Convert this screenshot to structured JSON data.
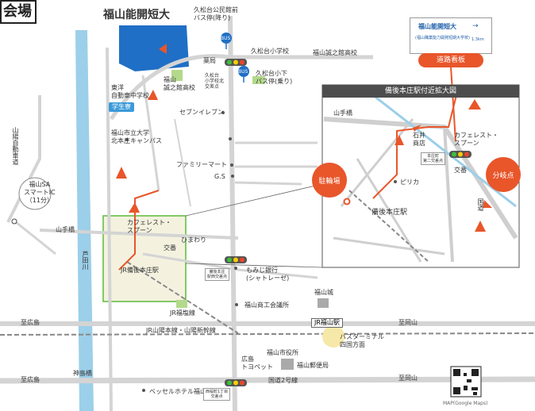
{
  "venue_tag": "会場",
  "campus_title": "福山能開短大",
  "student_hall": "学生寮",
  "signboard": {
    "line1": "福山能開短大",
    "line2": "(福山職業能力開発短期大学校)",
    "distance": "1.3km",
    "caption": "道路看板"
  },
  "inset_title": "備後本庄駅付近拡大図",
  "bubbles": {
    "parking": "駐輪場",
    "branch": "分岐点"
  },
  "bus_stop_labels": {
    "north": "BUS",
    "south": "BUS"
  },
  "labels": {
    "bus_stop_north": "久松台公民館前\nバス停(降り)",
    "pharmacy": "薬局",
    "hisamatsu_school": "久松台小学校",
    "shiyunokan": "福山誠之館高校",
    "toyo_jh": "東洋\n自動車中学校",
    "shiyunokan_near": "福山\n誠之館高校",
    "hisamatsu_crossing": "久松台\n小学校北\n交差点",
    "bus_stop_south": "久松台小下\nバス停(乗り)",
    "seven": "セブンイレブン",
    "familymart": "ファミリーマート",
    "gs": "G.S",
    "city_univ": "福山市立大学\n北本庄キャンパス",
    "sa": "福山SA\nスマートIC\n（11分）",
    "expressway": "山陽自動車道",
    "sanyo_bridge_main": "山手橋",
    "cafe_main": "カフェレスト・\nスプーン",
    "koban_main": "交番",
    "himawari": "ひまわり",
    "momiji": "もみじ銀行\n(シャトレーゼ)",
    "honjo_crossing_main": "備後本庄\n駅西交差点",
    "jr_honjo_station": "JR備後本庄駅",
    "ashida": "芦田川",
    "fukuen": "JR福塩線",
    "sanyo_line": "JR山陽本線・山陽新幹線",
    "chamber": "福山商工会議所",
    "castle": "福山城",
    "jr_fukuyama": "JR福山駅",
    "bus_terminal": "バスターミナル\n四国方面",
    "to_hiroshima_1": "至広島",
    "to_okayama_1": "至岡山",
    "to_hiroshima_2": "至広島",
    "to_okayama_2": "至岡山",
    "city_hall": "福山市役所",
    "post": "福山郵便局",
    "toyopet": "広島\nトヨペット",
    "route2": "国道2号線",
    "kamishima": "神島橋",
    "bessel": "ベッセルホテル福山",
    "nishimachi": "西桜町1丁目\n交差点",
    "inset_yamate": "山手橋",
    "inset_ishii": "石井\n商店",
    "inset_cafe": "カフェレスト・\nスプーン",
    "inset_honjo_crossing": "本庄町\n第二交差点",
    "inset_koban": "交番",
    "inset_pirika": "ピリカ",
    "inset_station": "備後本庄駅",
    "inset_route": "国道",
    "footer": "MAP(Google Maps)"
  },
  "colors": {
    "route": "#e8562a",
    "river": "#9ccfe9",
    "campus": "#1f6fc6",
    "highlight_area": "#f4f2df",
    "highlight_border": "#5dbb3a",
    "green_lot": "#b3d98c",
    "road": "#d4d4d4"
  }
}
